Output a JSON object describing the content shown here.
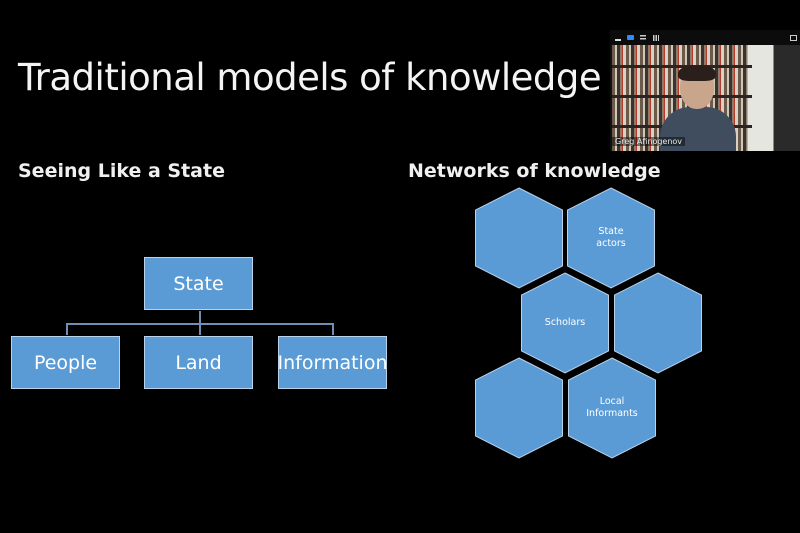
{
  "slide": {
    "title": "Traditional models of knowledge",
    "left_heading": "Seeing Like a State",
    "right_heading": "Networks of knowledge",
    "hierarchy": {
      "root": "State",
      "children": [
        "People",
        "Land",
        "Information"
      ]
    },
    "network": {
      "hexagons": [
        {
          "label_line1": "",
          "label_line2": ""
        },
        {
          "label_line1": "State",
          "label_line2": "actors"
        },
        {
          "label_line1": "Scholars",
          "label_line2": ""
        },
        {
          "label_line1": "",
          "label_line2": ""
        },
        {
          "label_line1": "",
          "label_line2": ""
        },
        {
          "label_line1": "Local",
          "label_line2": "Informants"
        }
      ]
    },
    "colors": {
      "background": "#000000",
      "shape_fill": "#5b9bd5",
      "shape_border": "#b9d3ec",
      "connector": "#6f8fb3"
    }
  },
  "video": {
    "participant_name": "Greg Afinogenov",
    "toolbar_icons": [
      "minimize-icon",
      "speaker-view-icon",
      "strip-view-icon",
      "gallery-view-icon",
      "fullscreen-icon"
    ]
  }
}
